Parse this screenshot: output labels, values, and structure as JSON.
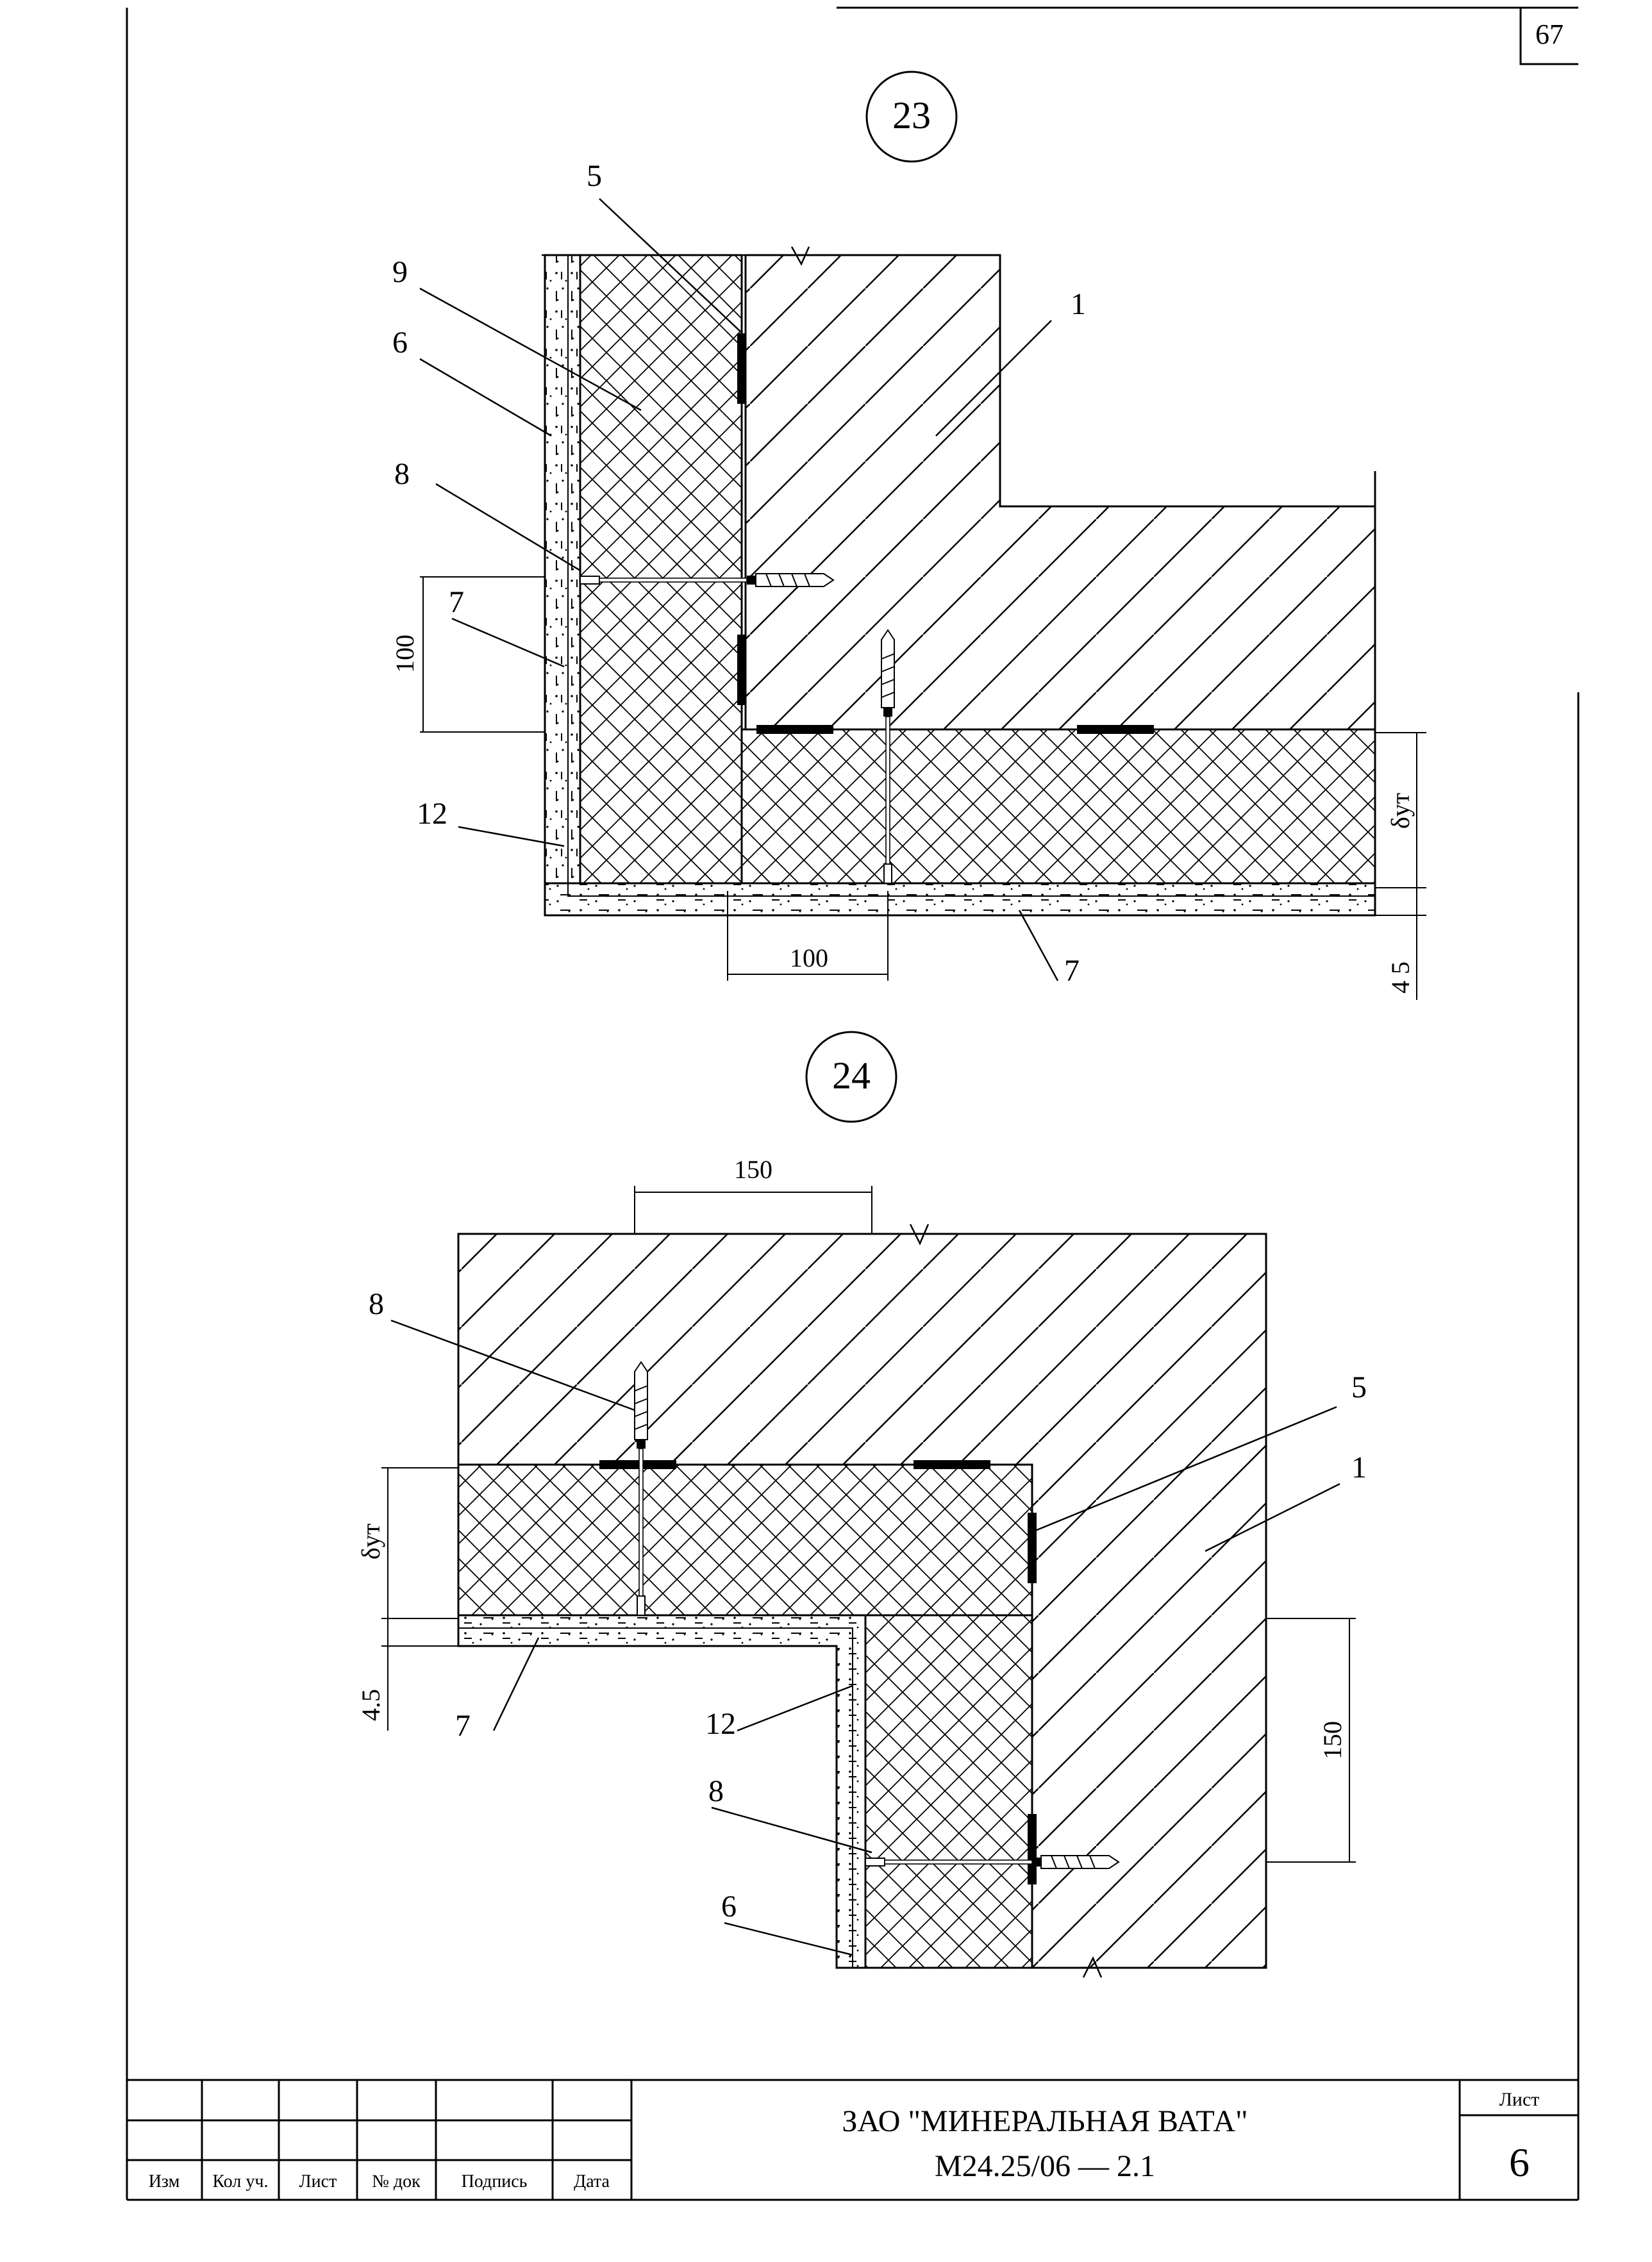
{
  "sheet_number_top": "67",
  "details": [
    {
      "id": "23",
      "callouts": [
        "5",
        "9",
        "6",
        "1",
        "8",
        "7",
        "12",
        "7"
      ],
      "dimensions": {
        "vertical_100": "100",
        "horizontal_100": "100",
        "insulation": "δут",
        "layer": "4 5"
      }
    },
    {
      "id": "24",
      "callouts": [
        "8",
        "5",
        "1",
        "7",
        "12",
        "8",
        "6"
      ],
      "dimensions": {
        "top_150": "150",
        "right_150": "150",
        "insulation": "δут",
        "layer": "4.5"
      }
    }
  ],
  "title_block": {
    "columns": [
      "Изм",
      "Кол уч.",
      "Лист",
      "№ док",
      "Подпись",
      "Дата"
    ],
    "company": "ЗАО \"МИНЕРАЛЬНАЯ ВАТА\"",
    "code": "М24.25/06 — 2.1",
    "sheet_label": "Лист",
    "sheet_value": "6"
  }
}
